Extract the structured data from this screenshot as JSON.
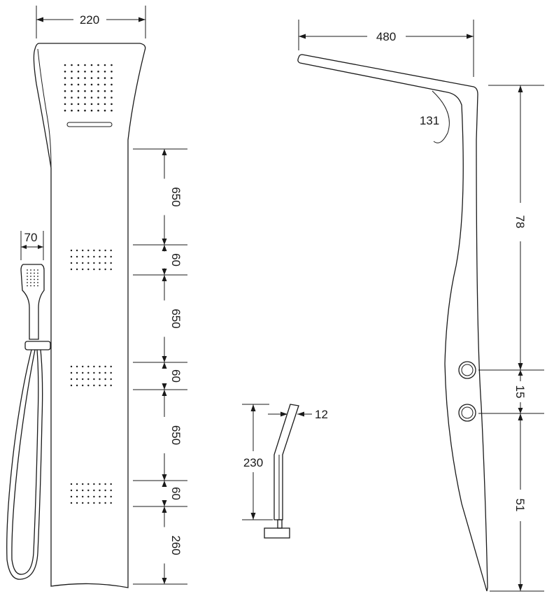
{
  "front_view": {
    "width_label": "220",
    "handshower_width_label": "70",
    "spacing_labels": [
      "650",
      "60",
      "650",
      "60",
      "650",
      "60",
      "260"
    ]
  },
  "side_view": {
    "depth_label": "480",
    "angle_label": "131",
    "upper_height_label": "78",
    "valve_gap_label": "15",
    "lower_height_label": "51"
  },
  "spout_detail": {
    "height_label": "230",
    "thickness_label": "12"
  }
}
